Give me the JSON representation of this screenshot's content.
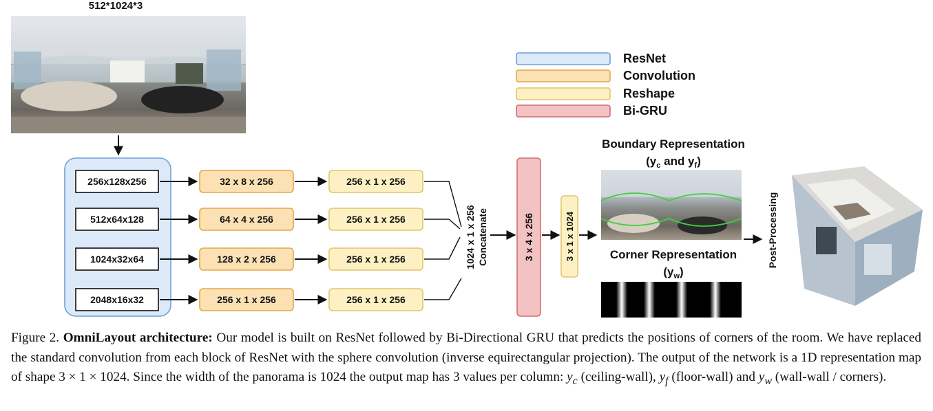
{
  "input_image": {
    "dims_label": "512*1024*3",
    "alt": "equirectangular panorama"
  },
  "resnet_blocks": [
    "256x128x256",
    "512x64x128",
    "1024x32x64",
    "2048x16x32"
  ],
  "conv_blocks": [
    "32 x 8 x 256",
    "64 x 4 x 256",
    "128 x 2 x 256",
    "256 x 1 x 256"
  ],
  "reshape_blocks": [
    "256 x 1 x 256",
    "256 x 1 x 256",
    "256 x 1 x 256",
    "256 x 1 x 256"
  ],
  "concat": {
    "shape": "1024 x 1 x 256",
    "label": "Concatenate"
  },
  "bigru_block": "3 x 4 x 256",
  "output_block": "3 x 1 x 1024",
  "legend": [
    {
      "label": "ResNet",
      "fill": "#dce9f8",
      "stroke": "#6f9fd8"
    },
    {
      "label": "Convolution",
      "fill": "#fbe1b4",
      "stroke": "#e2a84a"
    },
    {
      "label": "Reshape",
      "fill": "#fdf1c4",
      "stroke": "#e0c56a"
    },
    {
      "label": "Bi-GRU",
      "fill": "#f3c2c3",
      "stroke": "#cf6f73"
    }
  ],
  "boundary": {
    "title": "Boundary Representation",
    "sub_open": "(y",
    "sub_c": "c",
    "sub_and": " and y",
    "sub_f": "f",
    "sub_close": ")"
  },
  "corner": {
    "title": "Corner Representation",
    "sub_open": "(y",
    "sub_w": "w",
    "sub_close": ")"
  },
  "post_processing": "Post-Processing",
  "caption": {
    "label": "Figure 2.",
    "bold": "OmniLayout architecture:",
    "text1": "Our model is built on ResNet followed by Bi-Directional GRU that predicts the positions of corners of the room. We have replaced the standard convolution from each block of ResNet with the sphere convolution (inverse equirectangular projection). The output of the network is a 1D representation map of shape",
    "shape": "3 × 1 × 1024",
    "text2": ". Since the width of the panorama is",
    "width": "1024",
    "text3": "the output map has 3 values per column:",
    "yc": "y",
    "yc_sub": "c",
    "yc_desc": "(ceiling-wall),",
    "yf": "y",
    "yf_sub": "f",
    "yf_desc": "(floor-wall) and",
    "yw": "y",
    "yw_sub": "w",
    "yw_desc": "(wall-wall / corners)."
  }
}
